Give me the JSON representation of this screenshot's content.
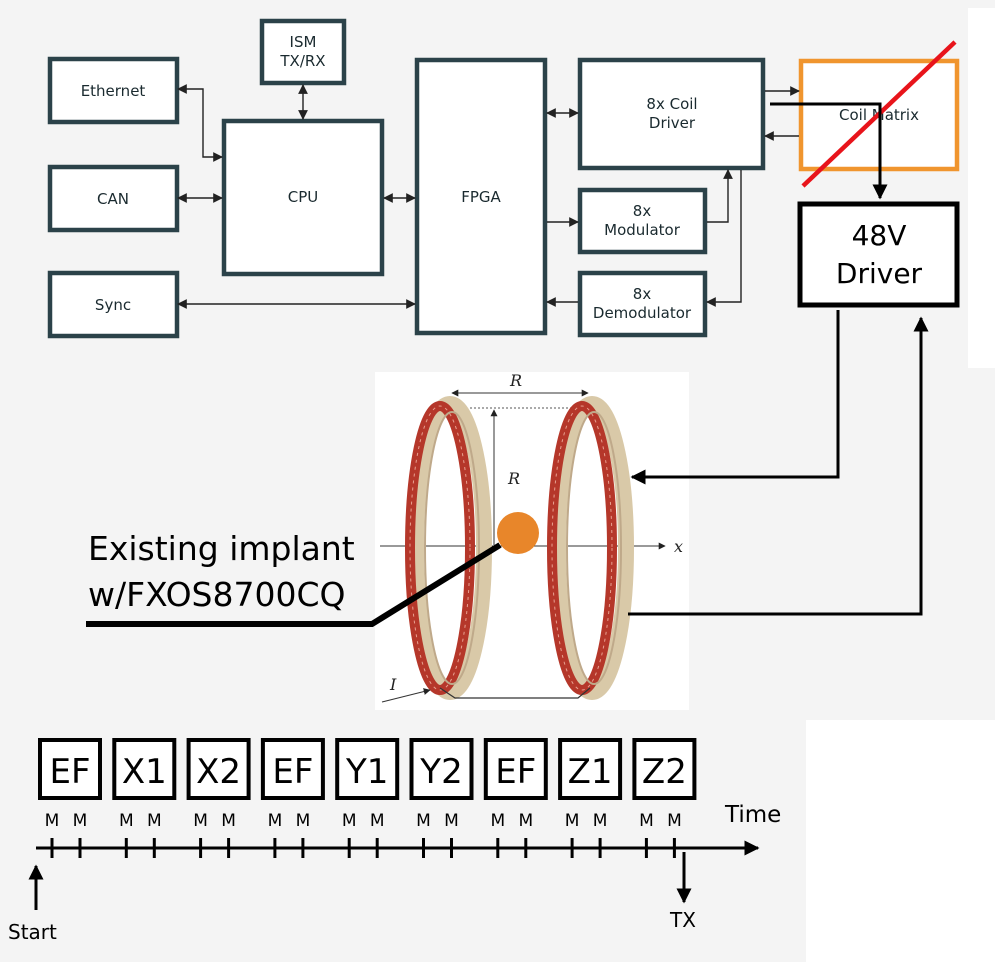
{
  "block_diagram": {
    "ethernet": "Ethernet",
    "can": "CAN",
    "sync": "Sync",
    "ism_line1": "ISM",
    "ism_line2": "TX/RX",
    "cpu": "CPU",
    "fpga": "FPGA",
    "coil_driver_line1": "8x Coil",
    "coil_driver_line2": "Driver",
    "modulator_line1": "8x",
    "modulator_line2": "Modulator",
    "demodulator_line1": "8x",
    "demodulator_line2": "Demodulator",
    "coil_matrix": "Coil Matrix",
    "coil_matrix_accent": "#f0952e",
    "strike_color": "#e8141b"
  },
  "driver_48v": {
    "line1": "48V",
    "line2": "Driver"
  },
  "helmholtz": {
    "radius_label_top": "R",
    "radius_label_side": "R",
    "axis_label": "x",
    "current_label": "I",
    "coil_color": "#b5372a",
    "implant_color": "#e8862a"
  },
  "implant_label": {
    "line1": "Existing implant",
    "line2": "w/FXOS8700CQ"
  },
  "sequence": {
    "steps": [
      "EF",
      "X1",
      "X2",
      "EF",
      "Y1",
      "Y2",
      "EF",
      "Z1",
      "Z2"
    ],
    "marker": "M",
    "time_label": "Time",
    "start_label": "Start",
    "tx_label": "TX"
  }
}
